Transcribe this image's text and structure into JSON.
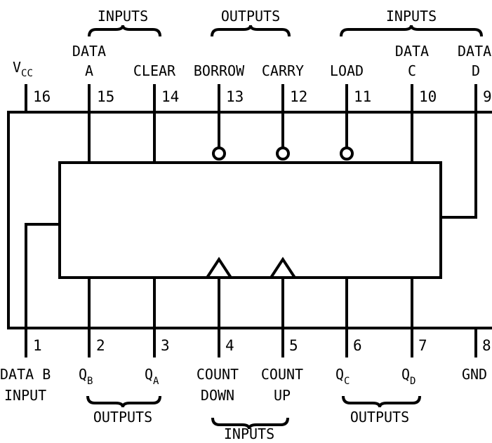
{
  "top_groups": [
    {
      "label": "INPUTS"
    },
    {
      "label": "OUTPUTS"
    },
    {
      "label": "INPUTS"
    }
  ],
  "bottom_groups": [
    {
      "label": "OUTPUTS"
    },
    {
      "label": "INPUTS"
    },
    {
      "label": "OUTPUTS"
    }
  ],
  "top_pins": [
    {
      "number": "16",
      "name": "V",
      "sub": "CC"
    },
    {
      "number": "15",
      "line1": "DATA",
      "line2": "A"
    },
    {
      "number": "14",
      "name": "CLEAR"
    },
    {
      "number": "13",
      "name": "BORROW"
    },
    {
      "number": "12",
      "name": "CARRY"
    },
    {
      "number": "11",
      "name": "LOAD"
    },
    {
      "number": "10",
      "line1": "DATA",
      "line2": "C"
    },
    {
      "number": "9",
      "line1": "DATA",
      "line2": "D"
    }
  ],
  "bottom_pins": [
    {
      "number": "1",
      "line1": "DATA B",
      "line2": "INPUT"
    },
    {
      "number": "2",
      "name": "Q",
      "sub": "B"
    },
    {
      "number": "3",
      "name": "Q",
      "sub": "A"
    },
    {
      "number": "4",
      "line1": "COUNT",
      "line2": "DOWN"
    },
    {
      "number": "5",
      "line1": "COUNT",
      "line2": "UP"
    },
    {
      "number": "6",
      "name": "Q",
      "sub": "C"
    },
    {
      "number": "7",
      "name": "Q",
      "sub": "D"
    },
    {
      "number": "8",
      "name": "GND"
    }
  ]
}
